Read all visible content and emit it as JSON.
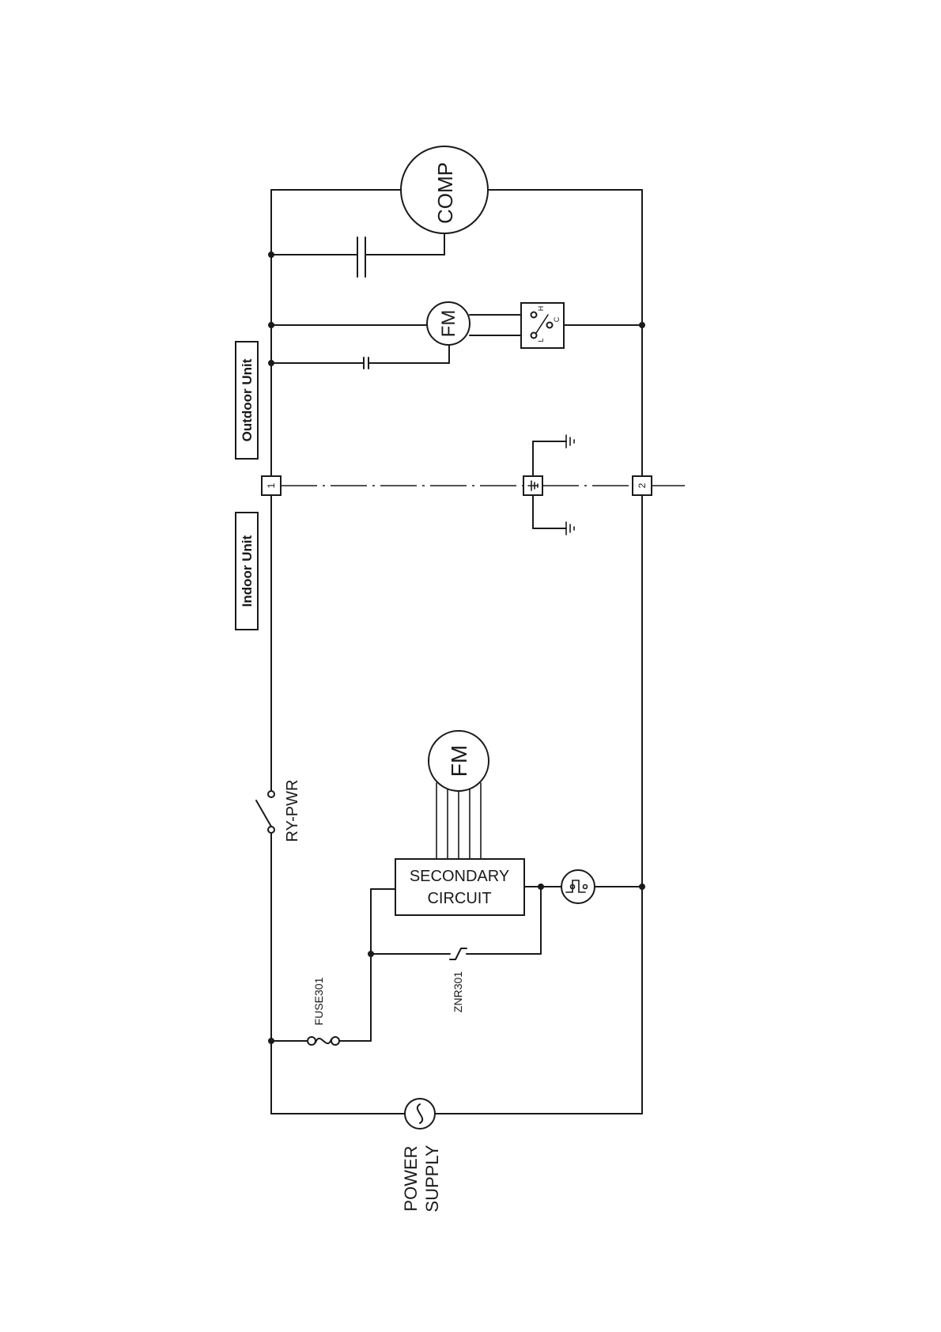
{
  "labels": {
    "outdoor_unit": "Outdoor Unit",
    "indoor_unit": "Indoor Unit",
    "compressor": "COMP",
    "outdoor_fan_motor": "FM",
    "indoor_fan_motor": "FM",
    "relay": "RY-PWR",
    "secondary_circuit_line1": "SECONDARY",
    "secondary_circuit_line2": "CIRCUIT",
    "fuse": "FUSE301",
    "varistor": "ZNR301",
    "power_supply_line1": "POWER",
    "power_supply_line2": "SUPPLY",
    "terminal_1": "1",
    "terminal_2": "2",
    "switch_h": "H",
    "switch_c": "C",
    "switch_l": "L"
  }
}
